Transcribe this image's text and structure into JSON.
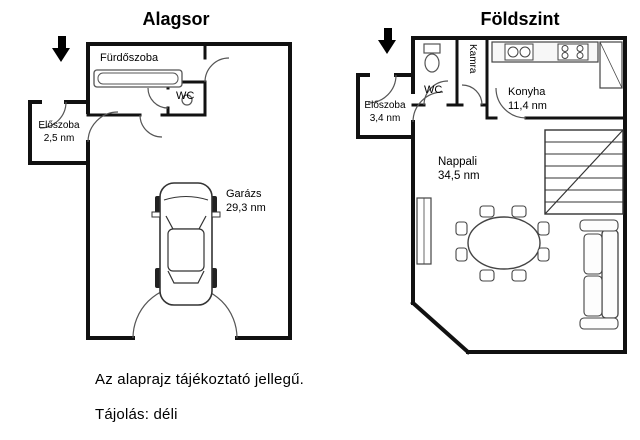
{
  "titles": {
    "left": "Alagsor",
    "right": "Földszint"
  },
  "left_plan": {
    "furdoszoba": "Fürdőszoba",
    "wc": "WC",
    "eloszoba_name": "Előszoba",
    "eloszoba_area": "2,5 nm",
    "garazs_name": "Garázs",
    "garazs_area": "29,3 nm"
  },
  "right_plan": {
    "kamra": "Kamra",
    "wc": "WC",
    "konyha_name": "Konyha",
    "konyha_area": "11,4 nm",
    "eloszoba_name": "Előszoba",
    "eloszoba_area": "3,4 nm",
    "nappali_name": "Nappali",
    "nappali_area": "34,5 nm"
  },
  "footer": {
    "disclaimer": "Az alaprajz tájékoztató jellegű.",
    "orientation": "Tájolás: déli"
  },
  "colors": {
    "wall": "#111111",
    "furniture": "#444444",
    "background": "#ffffff"
  }
}
